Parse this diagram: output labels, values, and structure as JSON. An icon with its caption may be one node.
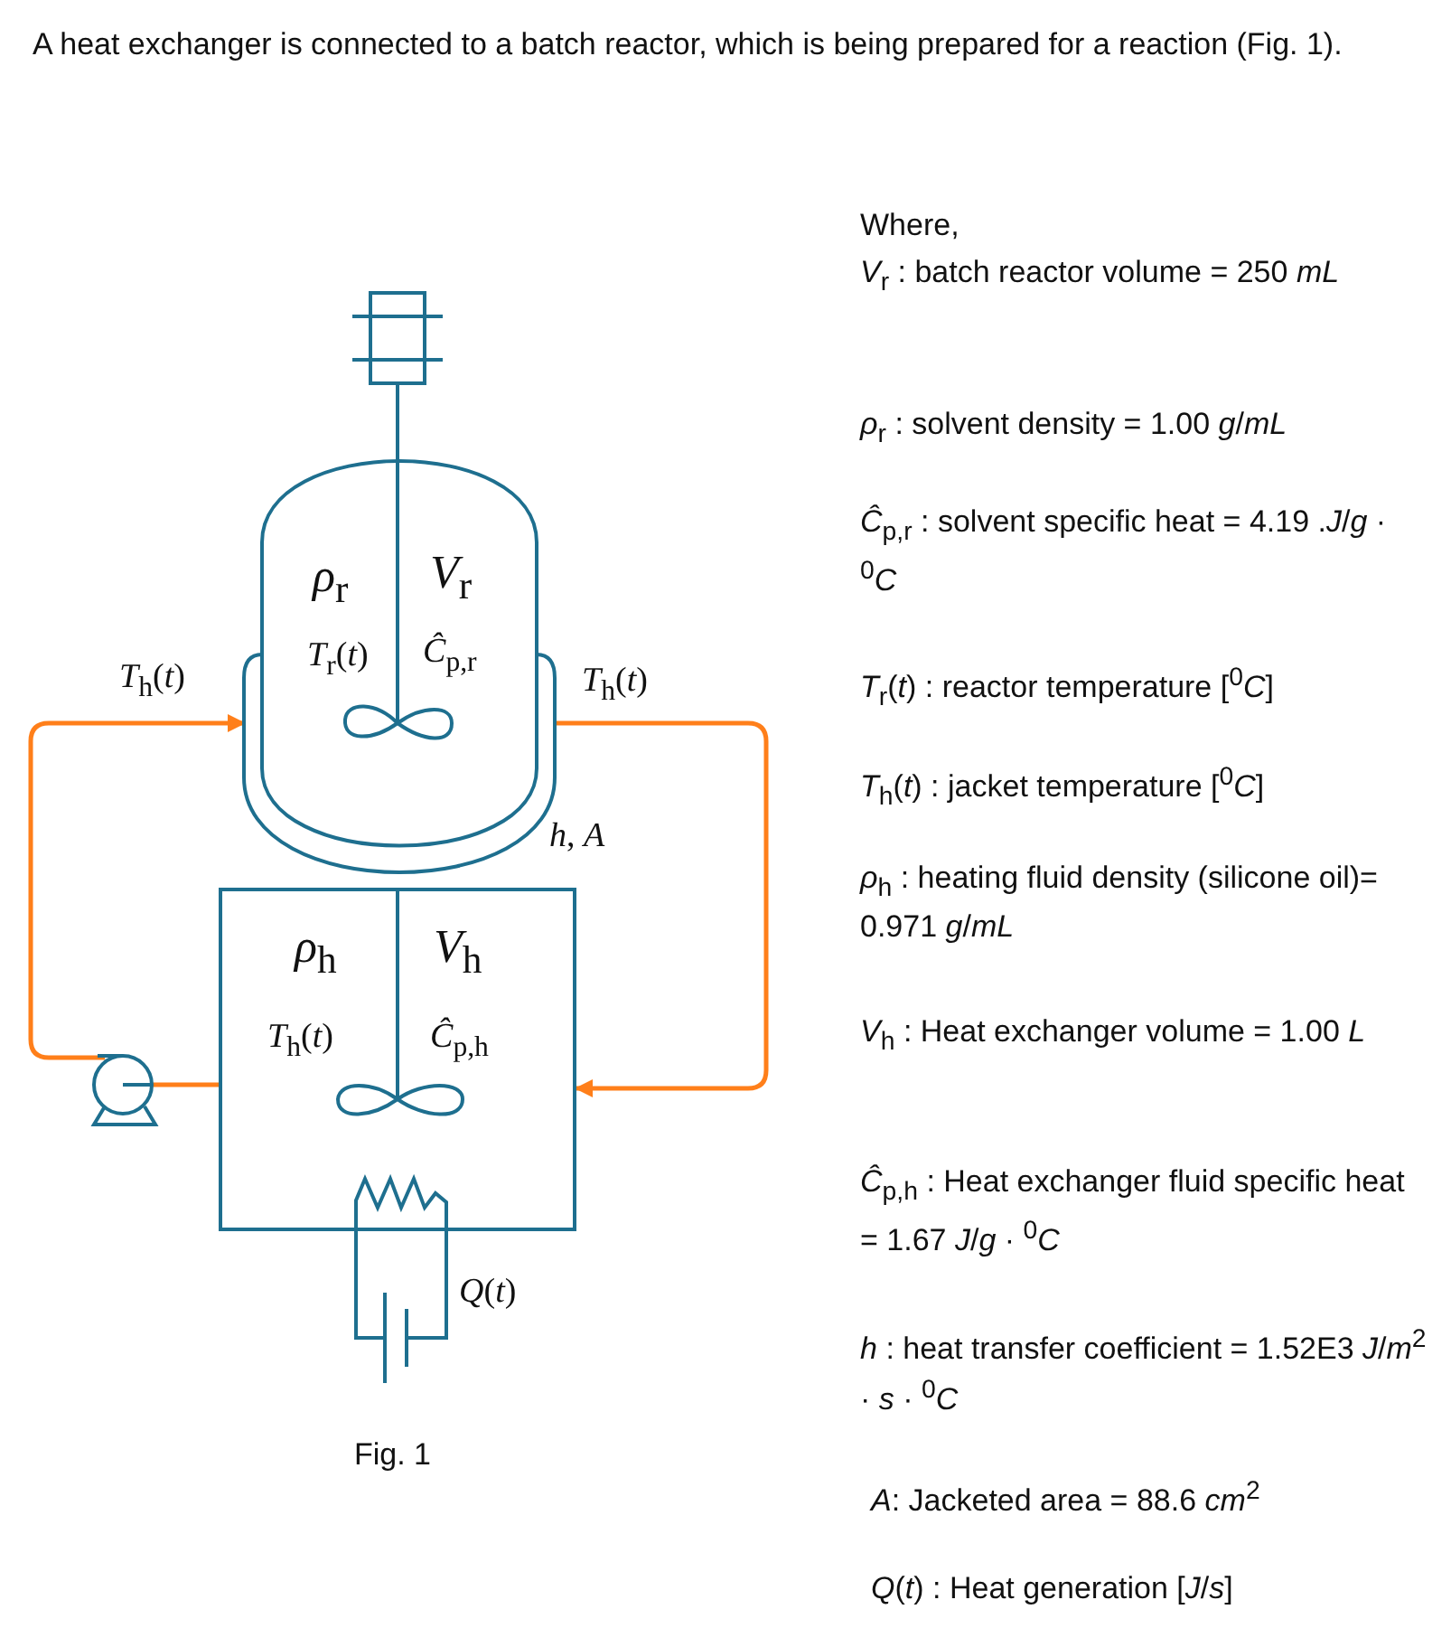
{
  "diagram": {
    "title": "A heat exchanger is connected to a batch reactor, which is being prepared for a reaction (Fig. 1).",
    "caption": "Fig. 1",
    "nodes": [
      {
        "text": [
          "*ρ*$_{r}$",
          "*V*$_{r}$",
          "*T*$_{r}$(*t*)",
          "*Ĉ*$_{p,r}$"
        ],
        "beside": [
          "*h*, *A*"
        ]
      },
      {
        "text": [
          "*ρ*$_{h}$",
          "*V*$_{h}$",
          "*T*$_{h}$(*t*)",
          "*Ĉ*$_{p,h}$"
        ],
        "beside": [
          "*Q*(*t*)"
        ]
      },
      {
        "text": [],
        "shape": "pump"
      }
    ],
    "edges": [
      {
        "from": 1,
        "to": 2,
        "arrow": "none"
      },
      {
        "from": 2,
        "to": 0,
        "arrow": "to"
      },
      {
        "from": 0,
        "to": 1,
        "arrow": "to"
      }
    ],
    "labels": [
      "*T*$_{h}$(*t*)",
      "*T*$_{h}$(*t*)",
      "Where,",
      "*V*$_{r}$ : batch reactor volume = 250 *mL*",
      "*ρ*$_{r}$ : solvent density = 1.00 *g*/*mL*",
      "*Ĉ*$_{p,r}$ : solvent specific heat = 4.19 .*J*/*g* · $^{0}$*C*",
      "*T*$_{r}$(*t*) : reactor temperature [$^{0}$*C*]",
      "*T*$_{h}$(*t*) : jacket temperature [$^{0}$*C*]",
      "*ρ*$_{h}$ : heating fluid density (silicone oil)= 0.971 *g*/*mL*",
      "*V*$_{h}$ : Heat exchanger volume = 1.00 *L*",
      "*Ĉ*$_{p,h}$ : Heat exchanger fluid specific heat = 1.67 *J*/*g* · $^{0}$*C*",
      "*h* : heat transfer coefficient = 1.52E3 *J*/*m*$^{2}$ · *s* · $^{0}$*C*",
      "*A*: Jacketed area = 88.6 *cm*$^{2}$",
      "*Q*(*t*) : Heat generation [*J*/*s*]"
    ]
  }
}
